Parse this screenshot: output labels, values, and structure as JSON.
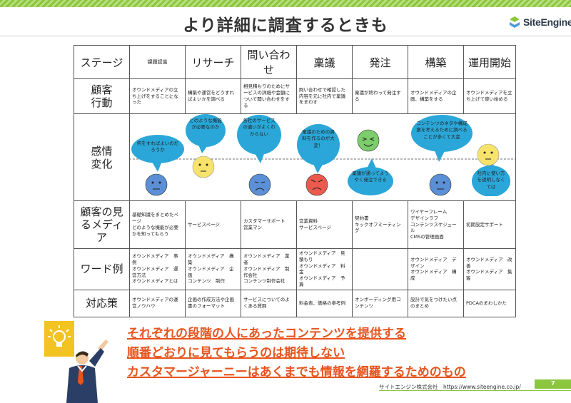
{
  "title": "より詳細に調査するときも",
  "logo_text": "SiteEngine",
  "stages": [
    "ステージ",
    "課題認識",
    "リサーチ",
    "問い合わせ",
    "稟議",
    "発注",
    "構築",
    "運用開始"
  ],
  "rows": {
    "action": {
      "label": "顧客行動",
      "cells": [
        "オウンドメディアの立ち上げをすることになった",
        "構築や運営をどうすればよいかを調べる",
        "相見積もりのためにサービスの詳細や金額について聞い合わせをする",
        "問い合わせで確認した内容を元に社内で稟議をまわす",
        "稟議が終わって発注する",
        "オウンドメディアの企画、構築をする",
        "オウンドメディアを立ち上げて使い始める"
      ]
    },
    "emotion": {
      "label": "感情変化",
      "bubbles": [
        "何をすればよいのだろうか",
        "どのような機能が必要なのか",
        "各社のサービスの違いがよくわからない",
        "稟議のための資料を作るのが大変！",
        "稟議が通ってようやく発注できる",
        "コンテンツのネタや構成案を考えるために調べることが多くて大変",
        "社内に使い方を説明しなくては"
      ]
    },
    "media": {
      "label": "顧客の見るメディア",
      "cells": [
        "基礎知識をまとめたページ\nどのような機能が必要かを知ってもらう",
        "サービスページ",
        "カスタマーサポート\n営業マン",
        "営業資料\nサービスページ",
        "契約書\nキックオフミーティング",
        "ワイヤーフレーム\nデザインラフ\nコンテンツスケジュール\nCMSの管理画面",
        "初期設定サポート"
      ]
    },
    "words": {
      "label": "ワード例",
      "cells": [
        "オウンドメディア　事例\nオウンドメディア　運営方法\nオウンドメディアとは",
        "オウンドメディア　構築\nオウンドメディア　企画\nコンテンツ　制作",
        "オウンドメディア　業者\nオウンドメディア　制作会社\nコンテンツ制作会社",
        "オウンドメディア　見積もり\nオウンドメディア　料金\nオウンドメディア　予算",
        "",
        "オウンドメディア　デザイン\nオウンドメディア　構成",
        "オウンドメディア　改善\nオウンドメディア　集客"
      ]
    },
    "response": {
      "label": "対応策",
      "cells": [
        "オウンドメディアの運営ノウハウ",
        "企画の作成方法や企画書のフォーマット",
        "サービスについてのよくある質問",
        "料金表、価格の参考例",
        "オンボーディング用コンテンツ",
        "設計で気をつけたい点のまとめ",
        "PDCAのまわしかた"
      ]
    }
  },
  "messages": [
    "それぞれの段階の人にあったコンテンツを提供する",
    "順番どおりに見てもらうのは期待しない",
    "カスタマージャーニーはあくまでも情報を網羅するためのもの"
  ],
  "footer": "サイトエンジン株式会社　https://www.siteengine.co.jp/",
  "page_number": "7",
  "colors": {
    "accent": "#8cc63f",
    "message": "#e8541e",
    "bubble": "#2aa7d8",
    "face_blue": "#5b8fd6",
    "face_yellow": "#f7e26b",
    "face_red": "#ec5a4e",
    "face_green": "#7ccd6b"
  }
}
